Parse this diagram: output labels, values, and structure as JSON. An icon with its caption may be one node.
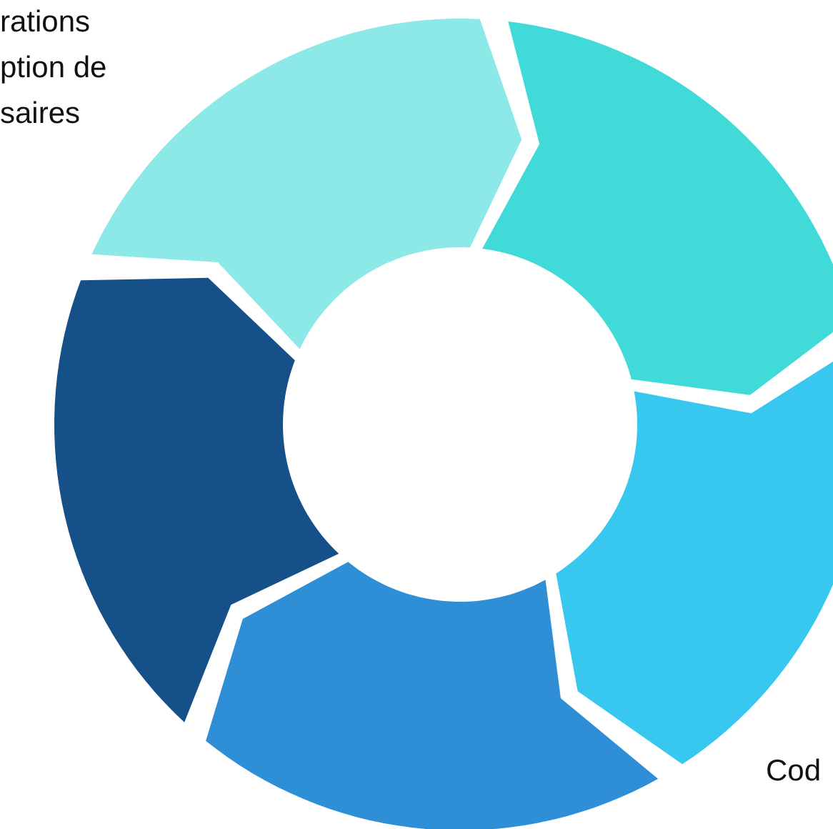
{
  "diagram": {
    "nodes": [
      {
        "text": [],
        "shape": "arrow"
      },
      {
        "text": [],
        "shape": "arrow"
      },
      {
        "text": [],
        "shape": "arrow"
      },
      {
        "text": [],
        "shape": "arrow"
      },
      {
        "text": [],
        "shape": "arrow"
      }
    ],
    "labels": [
      "rations ption de saires",
      "Cod"
    ]
  }
}
